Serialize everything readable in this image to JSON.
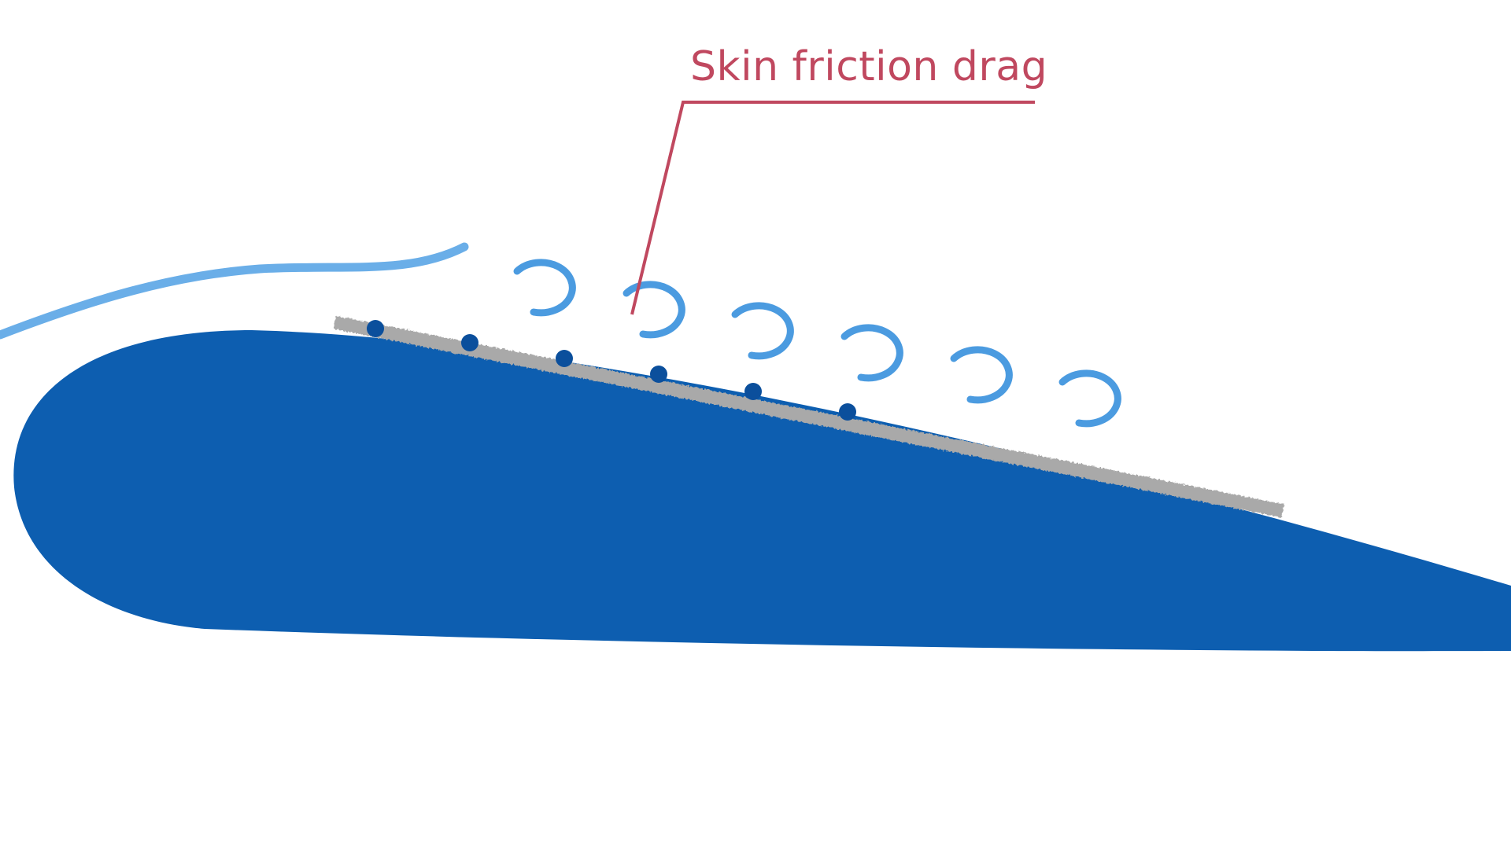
{
  "annotation": {
    "label": "Skin friction drag"
  },
  "colors": {
    "background": "#ffffff",
    "airfoil": "#0d5eb0",
    "airflow_line": "#6aaee8",
    "eddy": "#4b9be0",
    "friction_layer": "#a9a9a9",
    "roughness_dot": "#0b4f9c",
    "annotation": "#c0485f"
  },
  "icons": {
    "airfoil": "airfoil-shape",
    "airflow": "streamline",
    "eddy": "vortex-swirl",
    "friction_layer": "rough-surface-layer"
  }
}
